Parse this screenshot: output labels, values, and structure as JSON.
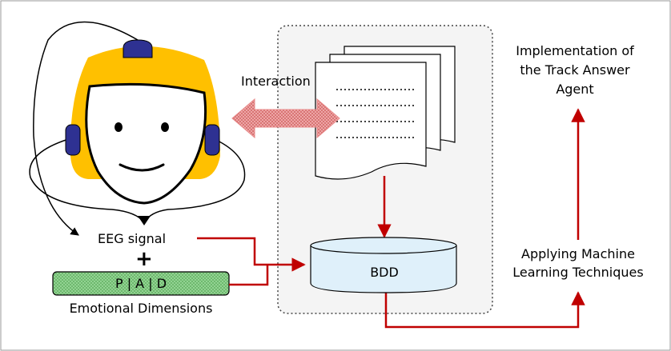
{
  "labels": {
    "interaction": "Interaction",
    "eeg_signal": "EEG signal",
    "plus": "+",
    "pad": "P | A | D",
    "emotional_dimensions": "Emotional Dimensions",
    "bdd": "BDD",
    "applying_line1": "Applying Machine",
    "applying_line2": "Learning Techniques",
    "impl_line1": "Implementation of",
    "impl_line2": "the Track Answer",
    "impl_line3": "Agent"
  },
  "colors": {
    "hair": "#ffc000",
    "electrode": "#2e3192",
    "arrow_red": "#c00000",
    "interaction_arrow": "#e88a8a",
    "pad_fill": "#8fd48f",
    "database_fill": "#dff0fa",
    "container_fill": "#f4f4f4"
  }
}
